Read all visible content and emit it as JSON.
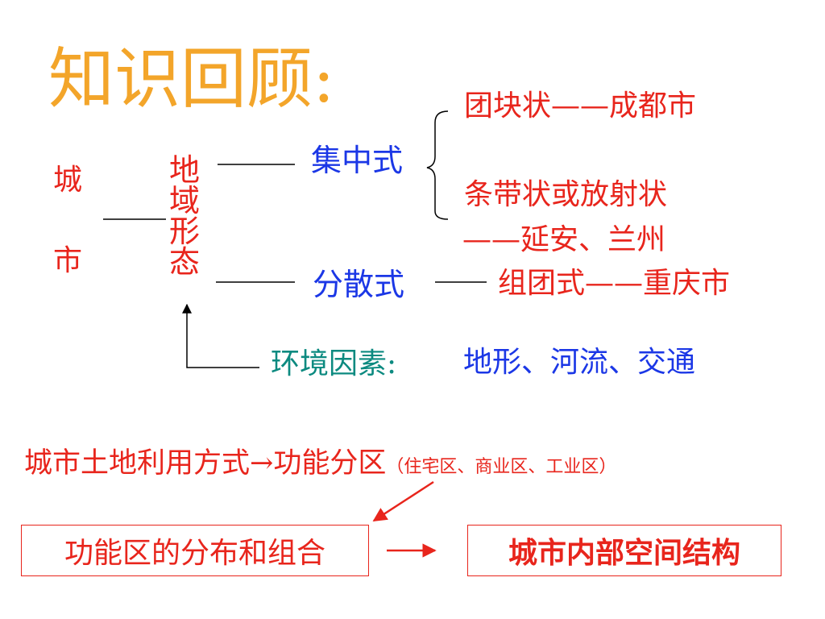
{
  "title": "知识回顾:",
  "city_chars": [
    "城",
    "市"
  ],
  "urban_form_label": "地域形态",
  "concentrated": "集中式",
  "dispersed": "分散式",
  "concentrated_types": {
    "clump": "团块状——成都市",
    "strip_line1": "条带状或放射状",
    "strip_line2": "——延安、兰州"
  },
  "dispersed_type": "组团式——重庆市",
  "environment": {
    "label": "环境因素:",
    "value": "地形、河流、交通"
  },
  "land_use": {
    "text": "城市土地利用方式→功能分区",
    "note": "（住宅区、商业区、工业区）"
  },
  "box_left": "功能区的分布和组合",
  "box_right": "城市内部空间结构",
  "colors": {
    "red": "#e8251c",
    "blue": "#1b37e6",
    "teal": "#0c8a80",
    "orange": "#f3a52a"
  }
}
